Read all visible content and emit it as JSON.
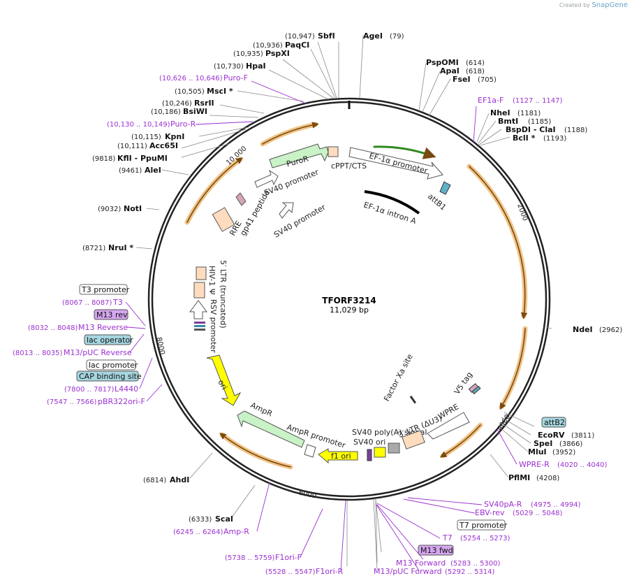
{
  "credit": {
    "prefix": "Created by",
    "brand": "SnapGene"
  },
  "plasmid": {
    "name": "TFORF3214",
    "length": "11,029 bp"
  },
  "ticks": [
    "2000",
    "4000",
    "6000",
    "8000",
    "10,000"
  ],
  "enzymes": [
    {
      "pos": "(10,947)",
      "name": "SbfI"
    },
    {
      "pos": "",
      "name": "AgeI",
      "pos2": "(79)"
    },
    {
      "pos": "(10,936)",
      "name": "PaqCI"
    },
    {
      "pos": "(10,935)",
      "name": "PspXI"
    },
    {
      "pos": "(10,730)",
      "name": "HpaI"
    },
    {
      "pos": "(10,505)",
      "name": "MscI *"
    },
    {
      "pos": "(10,246)",
      "name": "RsrII"
    },
    {
      "pos": "(10,186)",
      "name": "BsiWI"
    },
    {
      "pos": "(10,115)",
      "name": "KpnI"
    },
    {
      "pos": "(10,111)",
      "name": "Acc65I"
    },
    {
      "pos": "(9818)",
      "name": "KflI - PpuMI"
    },
    {
      "pos": "(9461)",
      "name": "AleI"
    },
    {
      "pos": "(9032)",
      "name": "NotI"
    },
    {
      "pos": "(8721)",
      "name": "NruI *"
    },
    {
      "pos": "(6814)",
      "name": "AhdI"
    },
    {
      "pos": "(6333)",
      "name": "ScaI"
    },
    {
      "name": "PspOMI",
      "pos2": "(614)"
    },
    {
      "name": "ApaI",
      "pos2": "(618)"
    },
    {
      "name": "FseI",
      "pos2": "(705)"
    },
    {
      "name": "NheI",
      "pos2": "(1181)"
    },
    {
      "name": "BmtI",
      "pos2": "(1185)"
    },
    {
      "name": "BspDI - ClaI",
      "pos2": "(1188)"
    },
    {
      "name": "BclI *",
      "pos2": "(1193)"
    },
    {
      "name": "NdeI",
      "pos2": "(2962)"
    },
    {
      "name": "EcoRV",
      "pos2": "(3811)"
    },
    {
      "name": "SpeI",
      "pos2": "(3866)"
    },
    {
      "name": "MluI",
      "pos2": "(3952)"
    },
    {
      "name": "PflMI",
      "pos2": "(4208)"
    }
  ],
  "primers": [
    {
      "range": "(10,626 .. 10,646)",
      "name": "Puro-F"
    },
    {
      "range": "(10,130 .. 10,149)",
      "name": "Puro-R"
    },
    {
      "range": "(8067 .. 8087)",
      "name": "T3"
    },
    {
      "range": "(8032 .. 8048)",
      "name": "M13 Reverse"
    },
    {
      "range": "(8013 .. 8035)",
      "name": "M13/pUC Reverse"
    },
    {
      "range": "(7800 .. 7817)",
      "name": "L4440"
    },
    {
      "range": "(7547 .. 7566)",
      "name": "pBR322ori-F"
    },
    {
      "range": "(6245 .. 6264)",
      "name": "Amp-R"
    },
    {
      "range": "(5738 .. 5759)",
      "name": "F1ori-F"
    },
    {
      "range": "(5528 .. 5547)",
      "name": "F1ori-R"
    },
    {
      "name": "EF1a-F",
      "range": "(1127 .. 1147)"
    },
    {
      "name": "WPRE-R",
      "range": "(4020 .. 4040)"
    },
    {
      "name": "SV40pA-R",
      "range": "(4975 .. 4994)"
    },
    {
      "name": "EBV-rev",
      "range": "(5029 .. 5048)"
    },
    {
      "name": "T7",
      "range": "(5254 .. 5273)"
    },
    {
      "name": "M13 Forward",
      "range": "(5283 .. 5300)"
    },
    {
      "name": "M13/pUC Forward",
      "range": "(5292 .. 5314)"
    }
  ],
  "boxes": {
    "t3_promoter": "T3 promoter",
    "m13_rev": "M13 rev",
    "lac_operator": "lac operator",
    "lac_promoter": "lac promoter",
    "cap_site": "CAP binding site",
    "attb2": "attB2",
    "t7_promoter": "T7 promoter",
    "m13_fwd": "M13 fwd"
  },
  "features": {
    "puror": "PuroR",
    "sv40_promoter_1": "SV40 promoter",
    "cppt": "cPPT/CTS",
    "ef1a_promoter": "EF-1α promoter",
    "attb1": "attB1",
    "ef1a_intron": "EF-1α intron A",
    "gp41": "gp41 peptide",
    "rre": "RRE",
    "sv40_promoter_2": "SV40 promoter",
    "hiv_psi": "HIV-1 Ψ",
    "ltr": "5′ LTR (truncated)",
    "rsv": "RSV promoter",
    "ori": "ori",
    "ampr": "AmpR",
    "ampr_promoter": "AmpR promoter",
    "f1ori": "f1 ori",
    "sv40_ori": "SV40 ori",
    "sv40_polya": "SV40 poly(A) signal",
    "ltr3": "3′ LTR (ΔU3)",
    "wpre": "WPRE",
    "factor_xa": "Factor Xa site",
    "v5_tag": "V5 tag"
  },
  "colors": {
    "orf": "#f1a93b",
    "puror": "#c9f2c7",
    "ampr": "#c9f2c7",
    "ori": "#ffff00",
    "primer": "#9b30d0",
    "m13": "#d5a6f0",
    "lac": "#a6d6e0",
    "peach": "#ffdcbe"
  }
}
